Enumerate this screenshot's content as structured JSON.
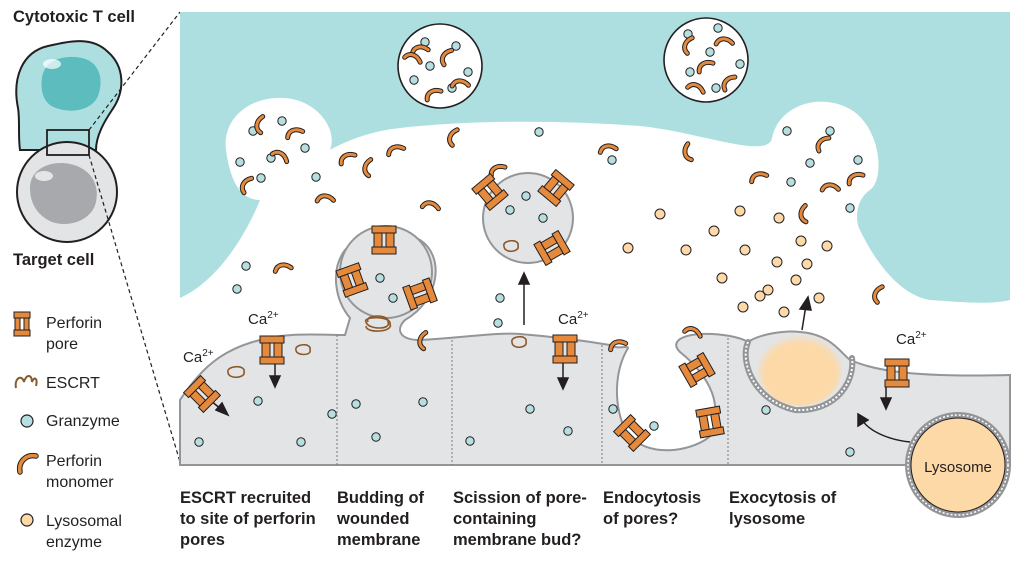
{
  "cells": {
    "cytotoxic_t_cell": "Cytotoxic T cell",
    "target_cell": "Target cell"
  },
  "legend": {
    "perforin_pore": [
      "Perforin",
      "pore"
    ],
    "escrt": "ESCRT",
    "granzyme": "Granzyme",
    "perforin_monomer": [
      "Perforin",
      "monomer"
    ],
    "lysosomal_enzyme": [
      "Lysosomal",
      "enzyme"
    ]
  },
  "ion": {
    "base": "Ca",
    "charge": "2+"
  },
  "lysosome_label": "Lysosome",
  "captions": [
    "ESCRT recruited to site of perforin pores",
    "Budding of wounded membrane",
    "Scission of pore-containing membrane bud?",
    "Endocytosis of pores?",
    "Exocytosis of lysosome"
  ],
  "colors": {
    "t_cell": "#aedfe0",
    "t_cell_nucleus": "#5cbcbe",
    "target_cell": "#e3e4e6",
    "target_nucleus": "#a7a9ac",
    "membrane": "#939598",
    "perforin": "#e58a3c",
    "granzyme": "#b5dfe0",
    "lysosome": "#fcd9a7",
    "outline": "#231f20"
  }
}
